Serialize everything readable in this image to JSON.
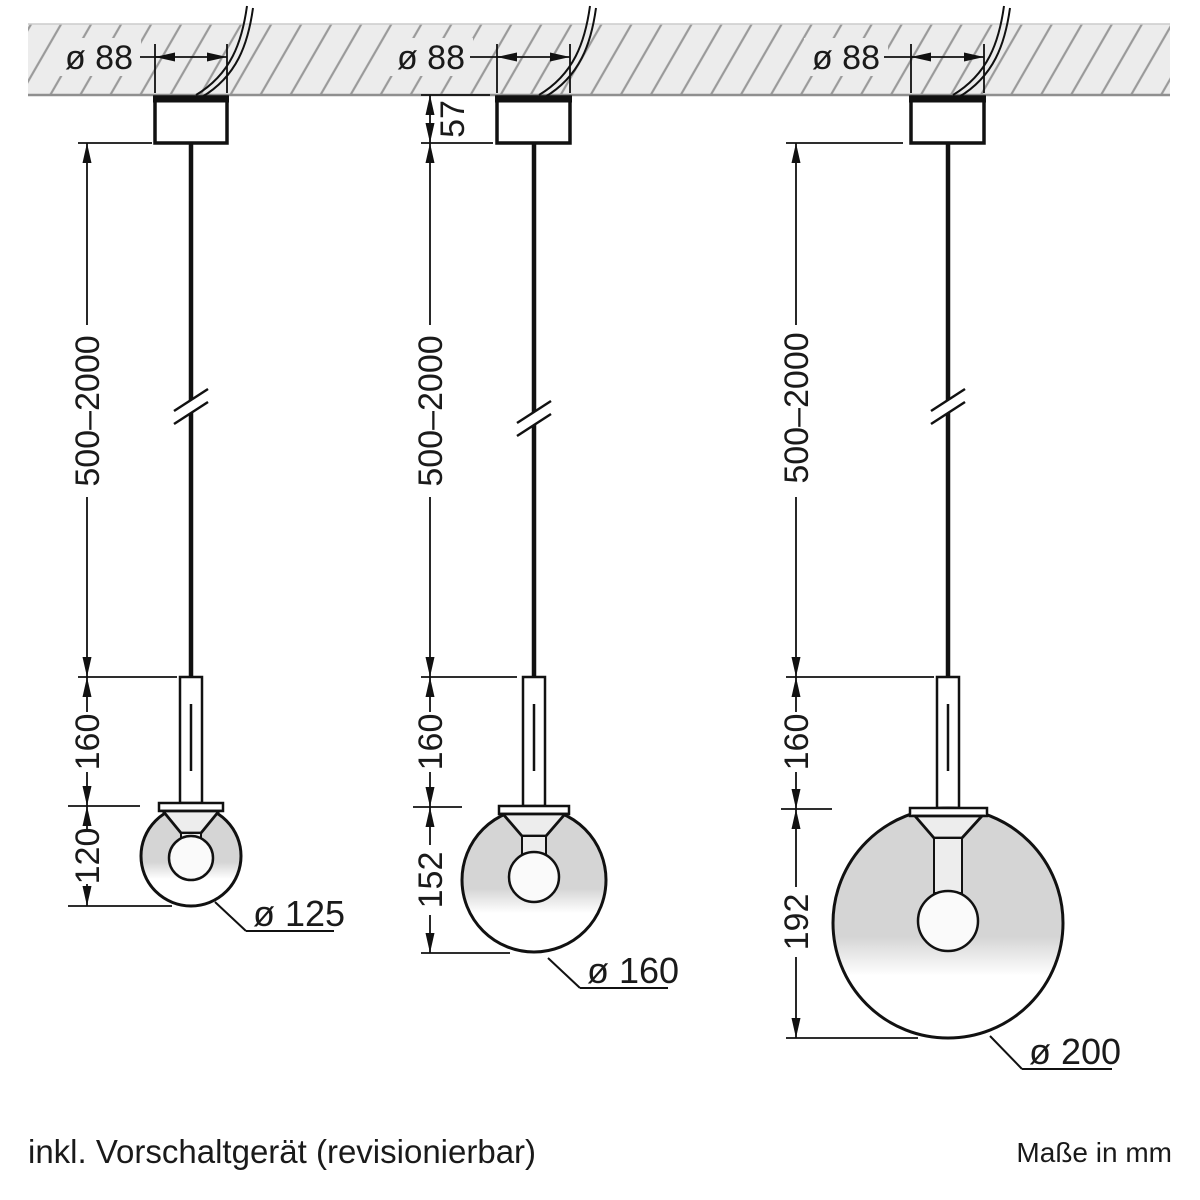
{
  "drawing": {
    "footnote": "inkl. Vorschaltgerät (revisionierbar)",
    "units_note": "Maße in mm",
    "lamps": [
      {
        "name": "pendant-125",
        "canopy_diameter": "ø 88",
        "suspension_length": "500–2000",
        "stem_length": "160",
        "globe_drop": "120",
        "globe_diameter": "ø 125"
      },
      {
        "name": "pendant-160",
        "canopy_diameter": "ø 88",
        "canopy_height": "57",
        "suspension_length": "500–2000",
        "stem_length": "160",
        "globe_drop": "152",
        "globe_diameter": "ø 160"
      },
      {
        "name": "pendant-200",
        "canopy_diameter": "ø 88",
        "suspension_length": "500–2000",
        "stem_length": "160",
        "globe_drop": "192",
        "globe_diameter": "ø 200"
      }
    ],
    "colors": {
      "line": "#111111",
      "ceiling_fill": "#ececec",
      "hatch": "#9a9a9a",
      "globe_gray": "#d5d5d5"
    }
  }
}
